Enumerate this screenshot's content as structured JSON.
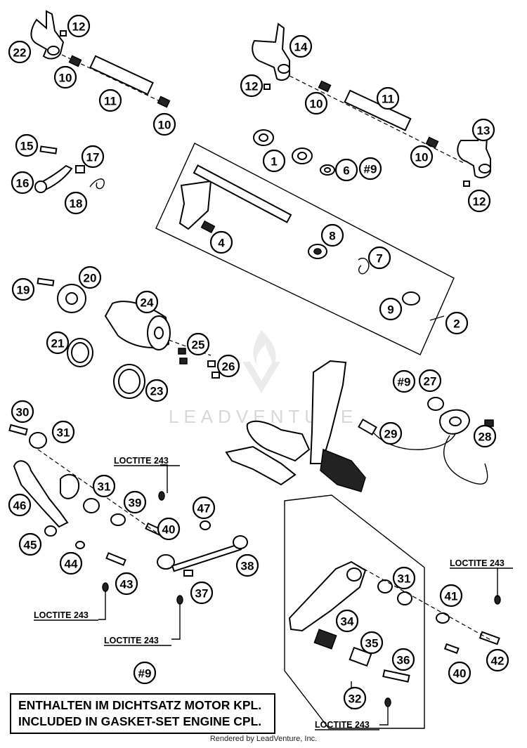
{
  "diagram": {
    "callouts": [
      "12",
      "22",
      "10",
      "11",
      "10",
      "14",
      "12",
      "10",
      "11",
      "13",
      "10",
      "12",
      "1",
      "6",
      "#9",
      "15",
      "17",
      "16",
      "18",
      "4",
      "8",
      "7",
      "9",
      "2",
      "19",
      "20",
      "24",
      "21",
      "25",
      "26",
      "23",
      "#9",
      "27",
      "29",
      "28",
      "30",
      "31",
      "31",
      "39",
      "40",
      "46",
      "47",
      "45",
      "44",
      "43",
      "37",
      "38",
      "31",
      "41",
      "34",
      "35",
      "40",
      "42",
      "36",
      "32",
      "#9"
    ],
    "loctite_labels": [
      "LOCTITE 243",
      "LOCTITE 243",
      "LOCTITE 243",
      "LOCTITE 243",
      "LOCTITE 243"
    ]
  },
  "note": {
    "line1": "ENTHALTEN IM DICHTSATZ MOTOR KPL.",
    "line2": "INCLUDED IN GASKET-SET ENGINE CPL."
  },
  "watermark": "LEADVENTURE",
  "footer": "Rendered by LeadVenture, Inc."
}
